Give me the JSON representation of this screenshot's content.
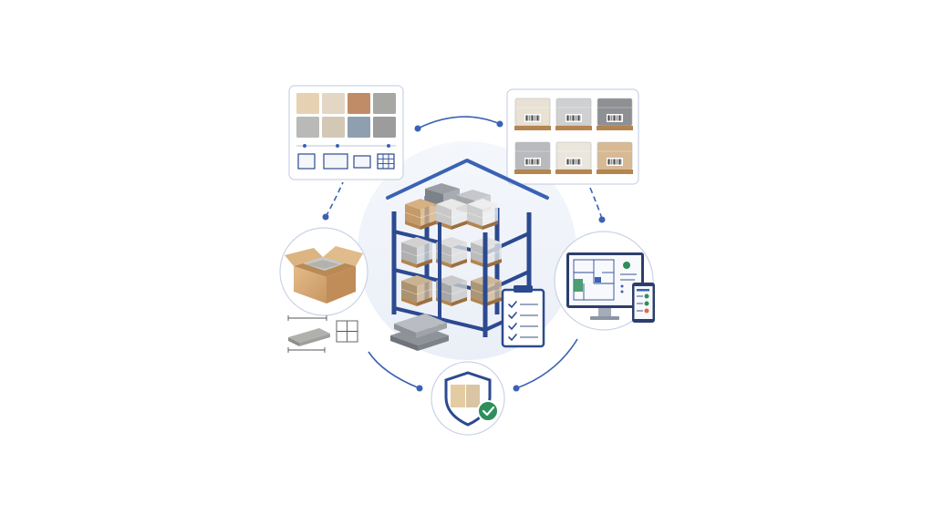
{
  "colors": {
    "accent_blue": "#3a62b4",
    "shelf_blue": "#2c4a8f",
    "success_green": "#2f8f5b",
    "halo": "#eef2f8",
    "panel_border": "#c9d3e6",
    "tile_swatches": [
      "#e6d2b3",
      "#e3d6c5",
      "#c08c67",
      "#a7a7a4",
      "#b9bab7",
      "#d3c8b6",
      "#8f9fb0",
      "#9c9c9c"
    ],
    "pallet_wood": "#b48550",
    "cardboard": "#d6aa76"
  },
  "diagram": {
    "hub": {
      "icon": "warehouse-shelving-icon",
      "secondary_icons": [
        "clipboard-checklist-icon",
        "loose-stone-slabs-icon"
      ]
    },
    "nodes": [
      {
        "id": "catalog",
        "icon": "tile-swatch-catalog-icon"
      },
      {
        "id": "barcode",
        "icon": "barcoded-pallets-icon"
      },
      {
        "id": "tracking",
        "icon": "monitor-floorplan-icon"
      },
      {
        "id": "quality",
        "icon": "shield-check-icon"
      },
      {
        "id": "packaging",
        "icon": "cardboard-box-icon"
      }
    ],
    "connections": [
      {
        "from": "catalog",
        "to": "barcode"
      },
      {
        "from": "barcode",
        "to": "tracking"
      },
      {
        "from": "tracking",
        "to": "quality"
      },
      {
        "from": "quality",
        "to": "packaging"
      },
      {
        "from": "packaging",
        "to": "catalog"
      }
    ]
  }
}
